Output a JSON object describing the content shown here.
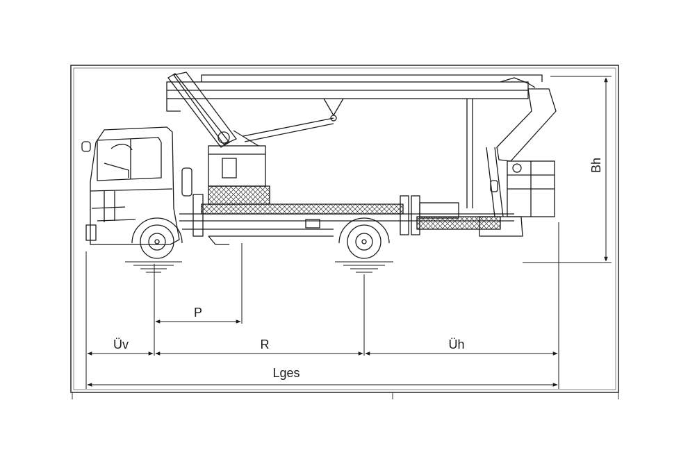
{
  "diagram": {
    "labels": {
      "front_overhang": "Üv",
      "wheelbase": "R",
      "rear_overhang": "Üh",
      "total_length": "Lges",
      "pivot_distance": "P",
      "height": "Bh"
    },
    "colors": {
      "ink": "#1a1a1a",
      "frame": "#333333",
      "background": "#ffffff"
    }
  }
}
